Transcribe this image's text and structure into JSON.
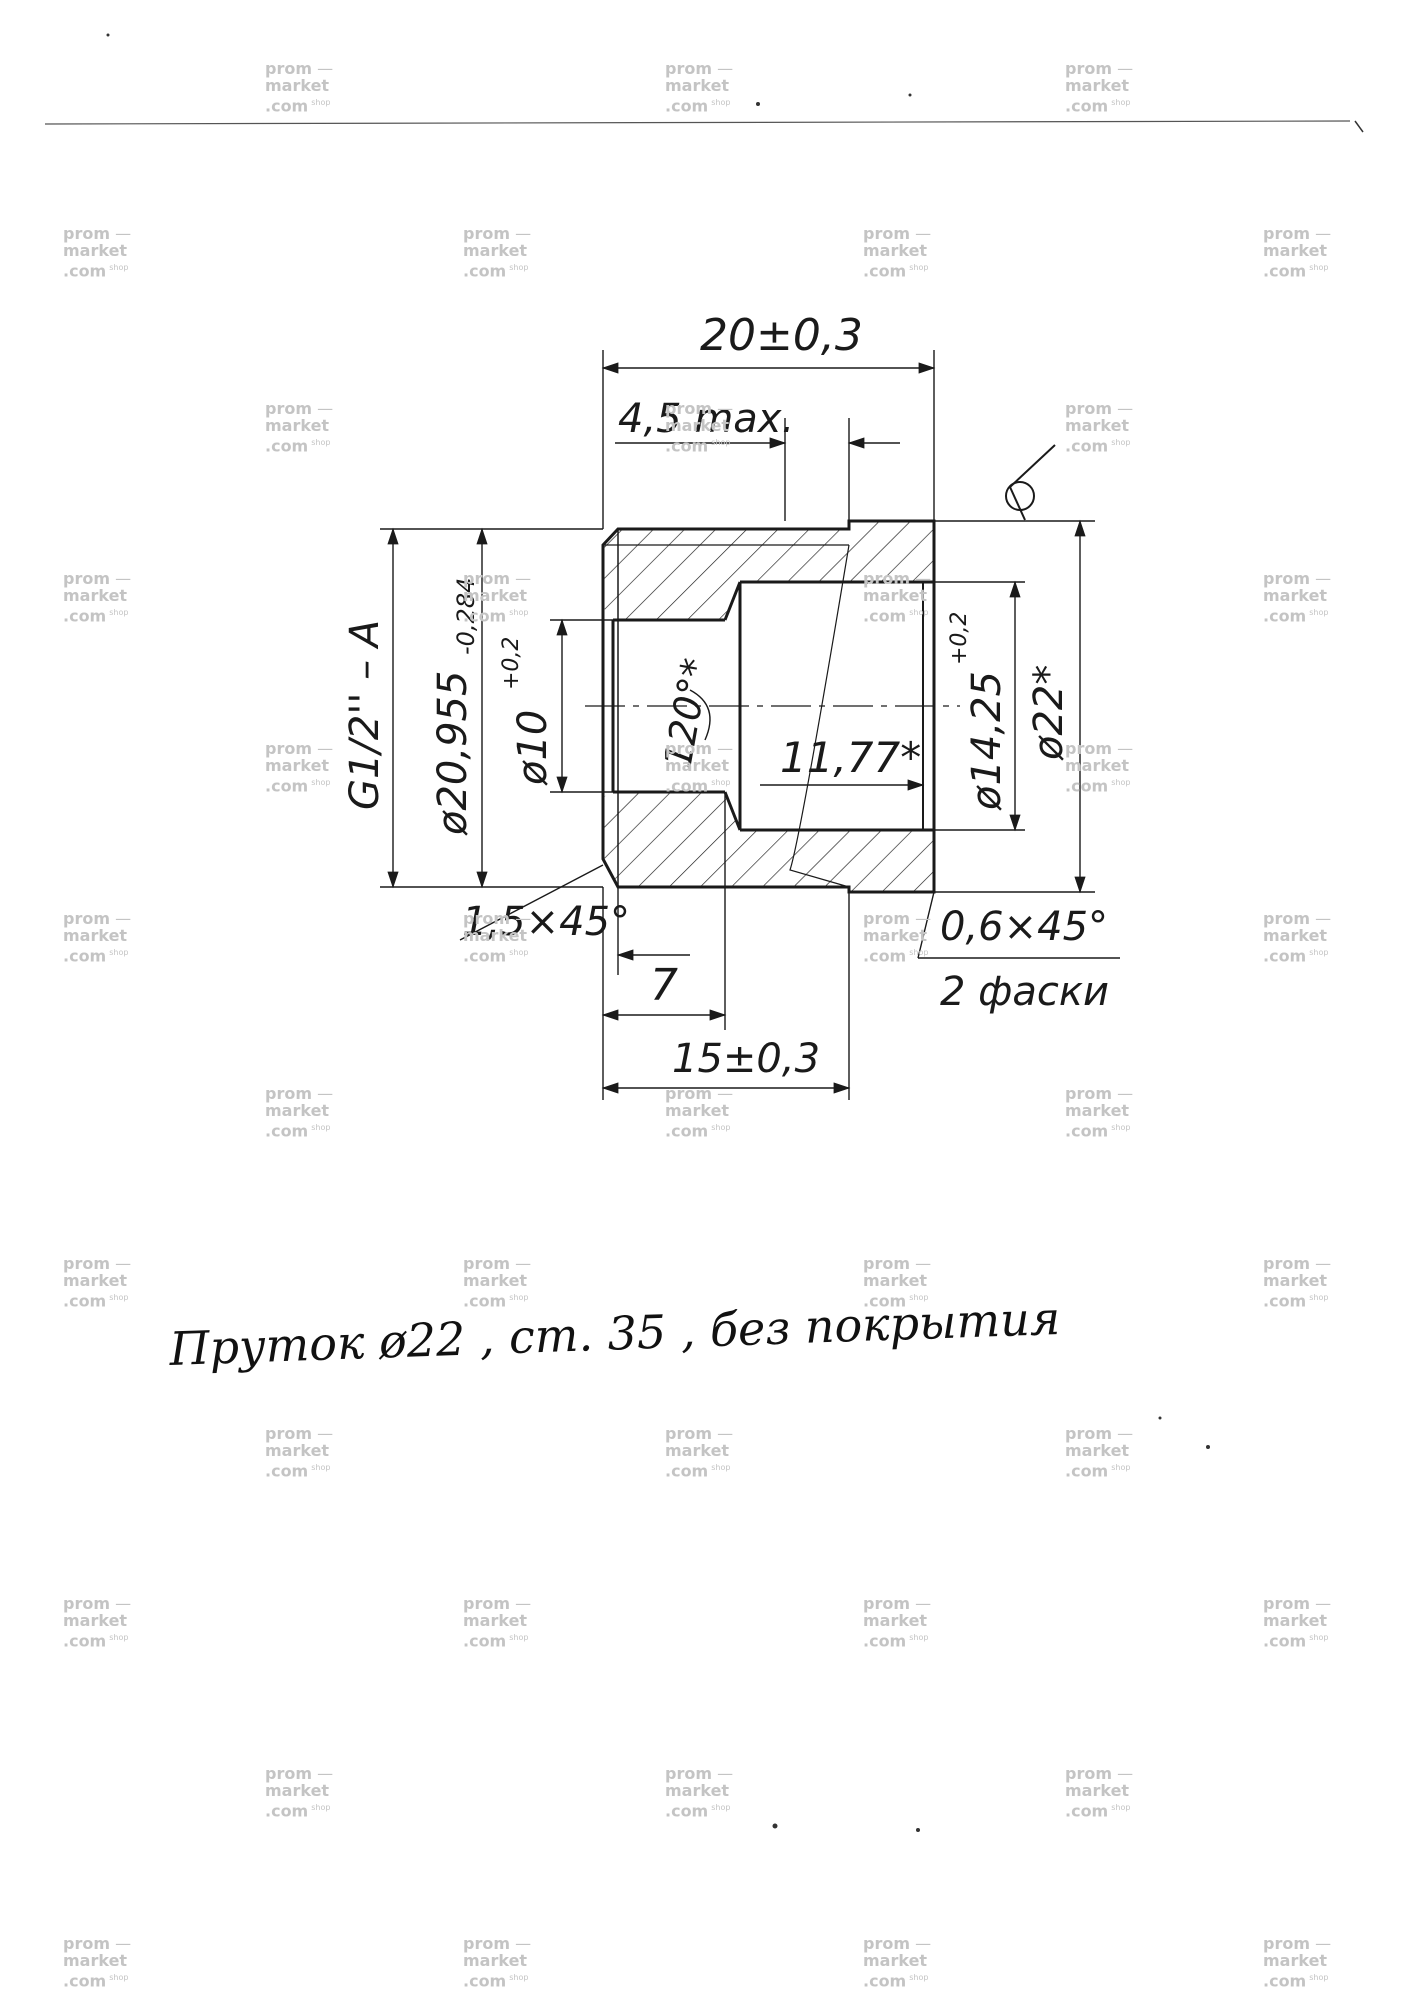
{
  "watermark": {
    "line1": "prom",
    "line2": "market",
    "line3": ".com",
    "suffix": "shop"
  },
  "drawing": {
    "dims": {
      "overall_length": "20±0,3",
      "thread_length": "4,5 max.",
      "thread": "G1/2'' – A",
      "major_dia": "ø20,955",
      "major_dia_tol": "-0,284",
      "bore_dia": "ø10",
      "bore_dia_tol": "+0,2",
      "cone_angle": "120°*",
      "counterbore_depth": "11,77*",
      "counterbore_dia": "ø14,25",
      "counterbore_dia_tol": "+0,2",
      "outer_dia": "ø22*",
      "left_chamfer": "1,5×45°",
      "right_chamfer": "0,6×45°",
      "chamfer_count": "2 фаски",
      "step_7": "7",
      "step_15": "15±0,3"
    },
    "note": "Пруток ø22 , ст. 35 , без покрытия"
  },
  "colors": {
    "ink": "#1a1a1a",
    "watermark": "#c4c4c4",
    "paper": "#ffffff"
  }
}
